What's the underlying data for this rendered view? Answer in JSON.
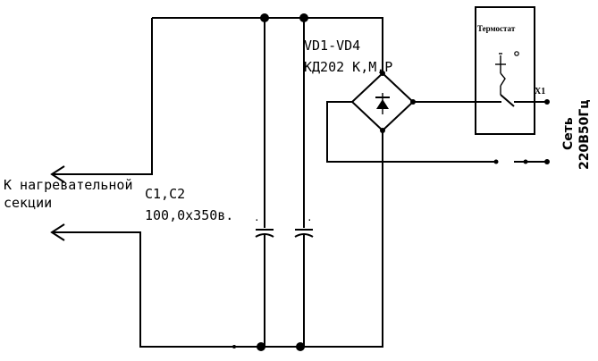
{
  "labels": {
    "bridge_name": "VD1-VD4",
    "bridge_type": "КД202 К,М,Р",
    "thermostat": "Термостат",
    "connector": "X1",
    "heater_line1": "К нагревательной",
    "heater_line2": "секции",
    "caps_name": "С1,С2",
    "caps_value": "100,0х350в.",
    "mains_line1": "Сеть",
    "mains_line2": "220В50Гц"
  },
  "colors": {
    "ink": "#000000",
    "background": "#ffffff"
  },
  "icons": {
    "arrow": "arrow-left-icon",
    "capacitor": "capacitor-icon",
    "diode": "diode-icon",
    "switch": "switch-icon"
  }
}
